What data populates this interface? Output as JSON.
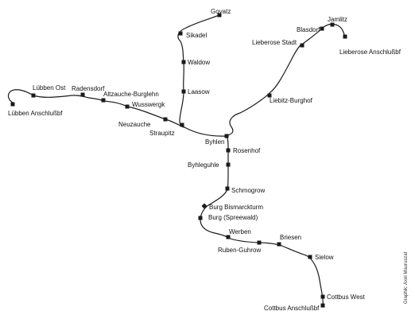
{
  "stations": {
    "goyatz": "Goyatz",
    "sikadel": "Sikadel",
    "waldow": "Waldow",
    "laasow": "Laasow",
    "jamlitz": "Jamlitz",
    "blasdorf": "Blasdorf",
    "lieberose_stadt": "Lieberose Stadt",
    "lieberose_anschluss": "Lieberose Anschlußbf",
    "liebitz_burghof": "Liebitz-Burghof",
    "luebben_ost": "Lübben Ost",
    "radensdorf": "Radensdorf",
    "altzauche_burglehn": "Altzauche-Burglehn",
    "wusswergk": "Wusswergk",
    "luebben_anschluss": "Lübben Anschlußbf",
    "neuzauche": "Neuzauche",
    "straupitz": "Straupitz",
    "byhlen": "Byhlen",
    "rosenhof": "Rosenhof",
    "byhleguhle": "Byhleguhle",
    "schmogrow": "Schmogrow",
    "burg_bismarckturm": "Burg Bismarckturm",
    "burg_spreewald": "Burg (Spreewald)",
    "werben": "Werben",
    "ruben_guhrow": "Ruben-Guhrow",
    "briesen": "Briesen",
    "sielow": "Sielow",
    "cottbus_west": "Cottbus West",
    "cottbus_anschluss": "Cottbus Anschlußbf"
  },
  "credit": "Graphik: Axel Mauruszat"
}
